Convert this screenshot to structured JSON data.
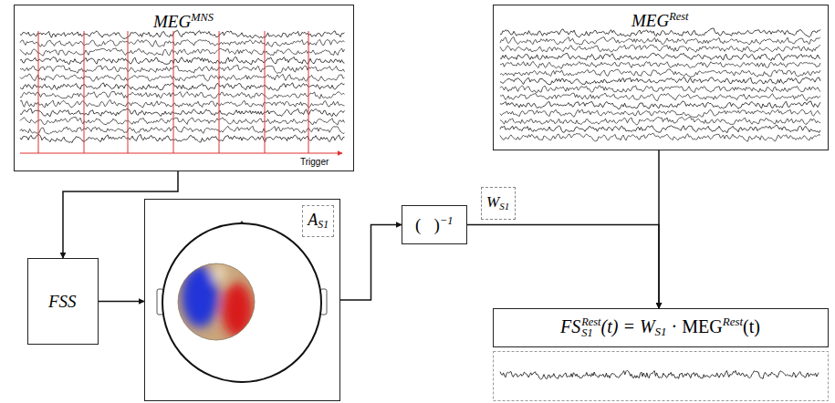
{
  "diagram": {
    "nodes": [
      {
        "text": [
          "MEG",
          "MNS"
        ]
      },
      {
        "text": [
          "FSS"
        ]
      },
      {
        "text": [
          "A",
          "S1"
        ]
      },
      {
        "text": [
          "(   )",
          "−1"
        ]
      },
      {
        "text": [
          "W",
          "S1"
        ]
      },
      {
        "text": [
          "MEG",
          "Rest"
        ]
      },
      {
        "text": [
          "FS",
          "Rest",
          "S1",
          "(t) = W",
          "S1",
          " · MEG",
          "Rest",
          "(t)"
        ]
      }
    ],
    "edges": [
      {
        "from": 0,
        "to": 1,
        "arrow": "to"
      },
      {
        "from": 1,
        "to": 2,
        "arrow": "to"
      },
      {
        "from": 2,
        "to": 3,
        "arrow": "to"
      },
      {
        "from": 3,
        "to": 6,
        "arrow": "to"
      },
      {
        "from": 5,
        "to": 6,
        "arrow": "to"
      }
    ],
    "labels": [
      "Trigger"
    ]
  }
}
